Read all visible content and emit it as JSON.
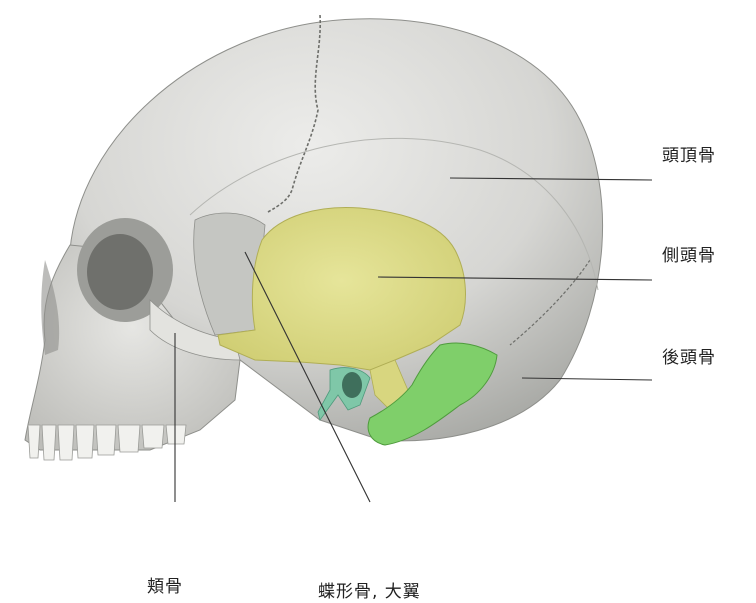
{
  "labels": {
    "parietal": "頭頂骨",
    "temporal": "側頭骨",
    "occipital": "後頭骨",
    "zygomatic": "頬骨",
    "sphenoid": "蝶形骨, 大翼"
  },
  "colors": {
    "skull": "#d9d9d6",
    "skull_shadow": "#a9aaa6",
    "temporal_bone": "#dedd8a",
    "occipital_bone": "#7fcf6a",
    "styloid_region": "#7fc7a8",
    "leader_line": "#333333"
  }
}
